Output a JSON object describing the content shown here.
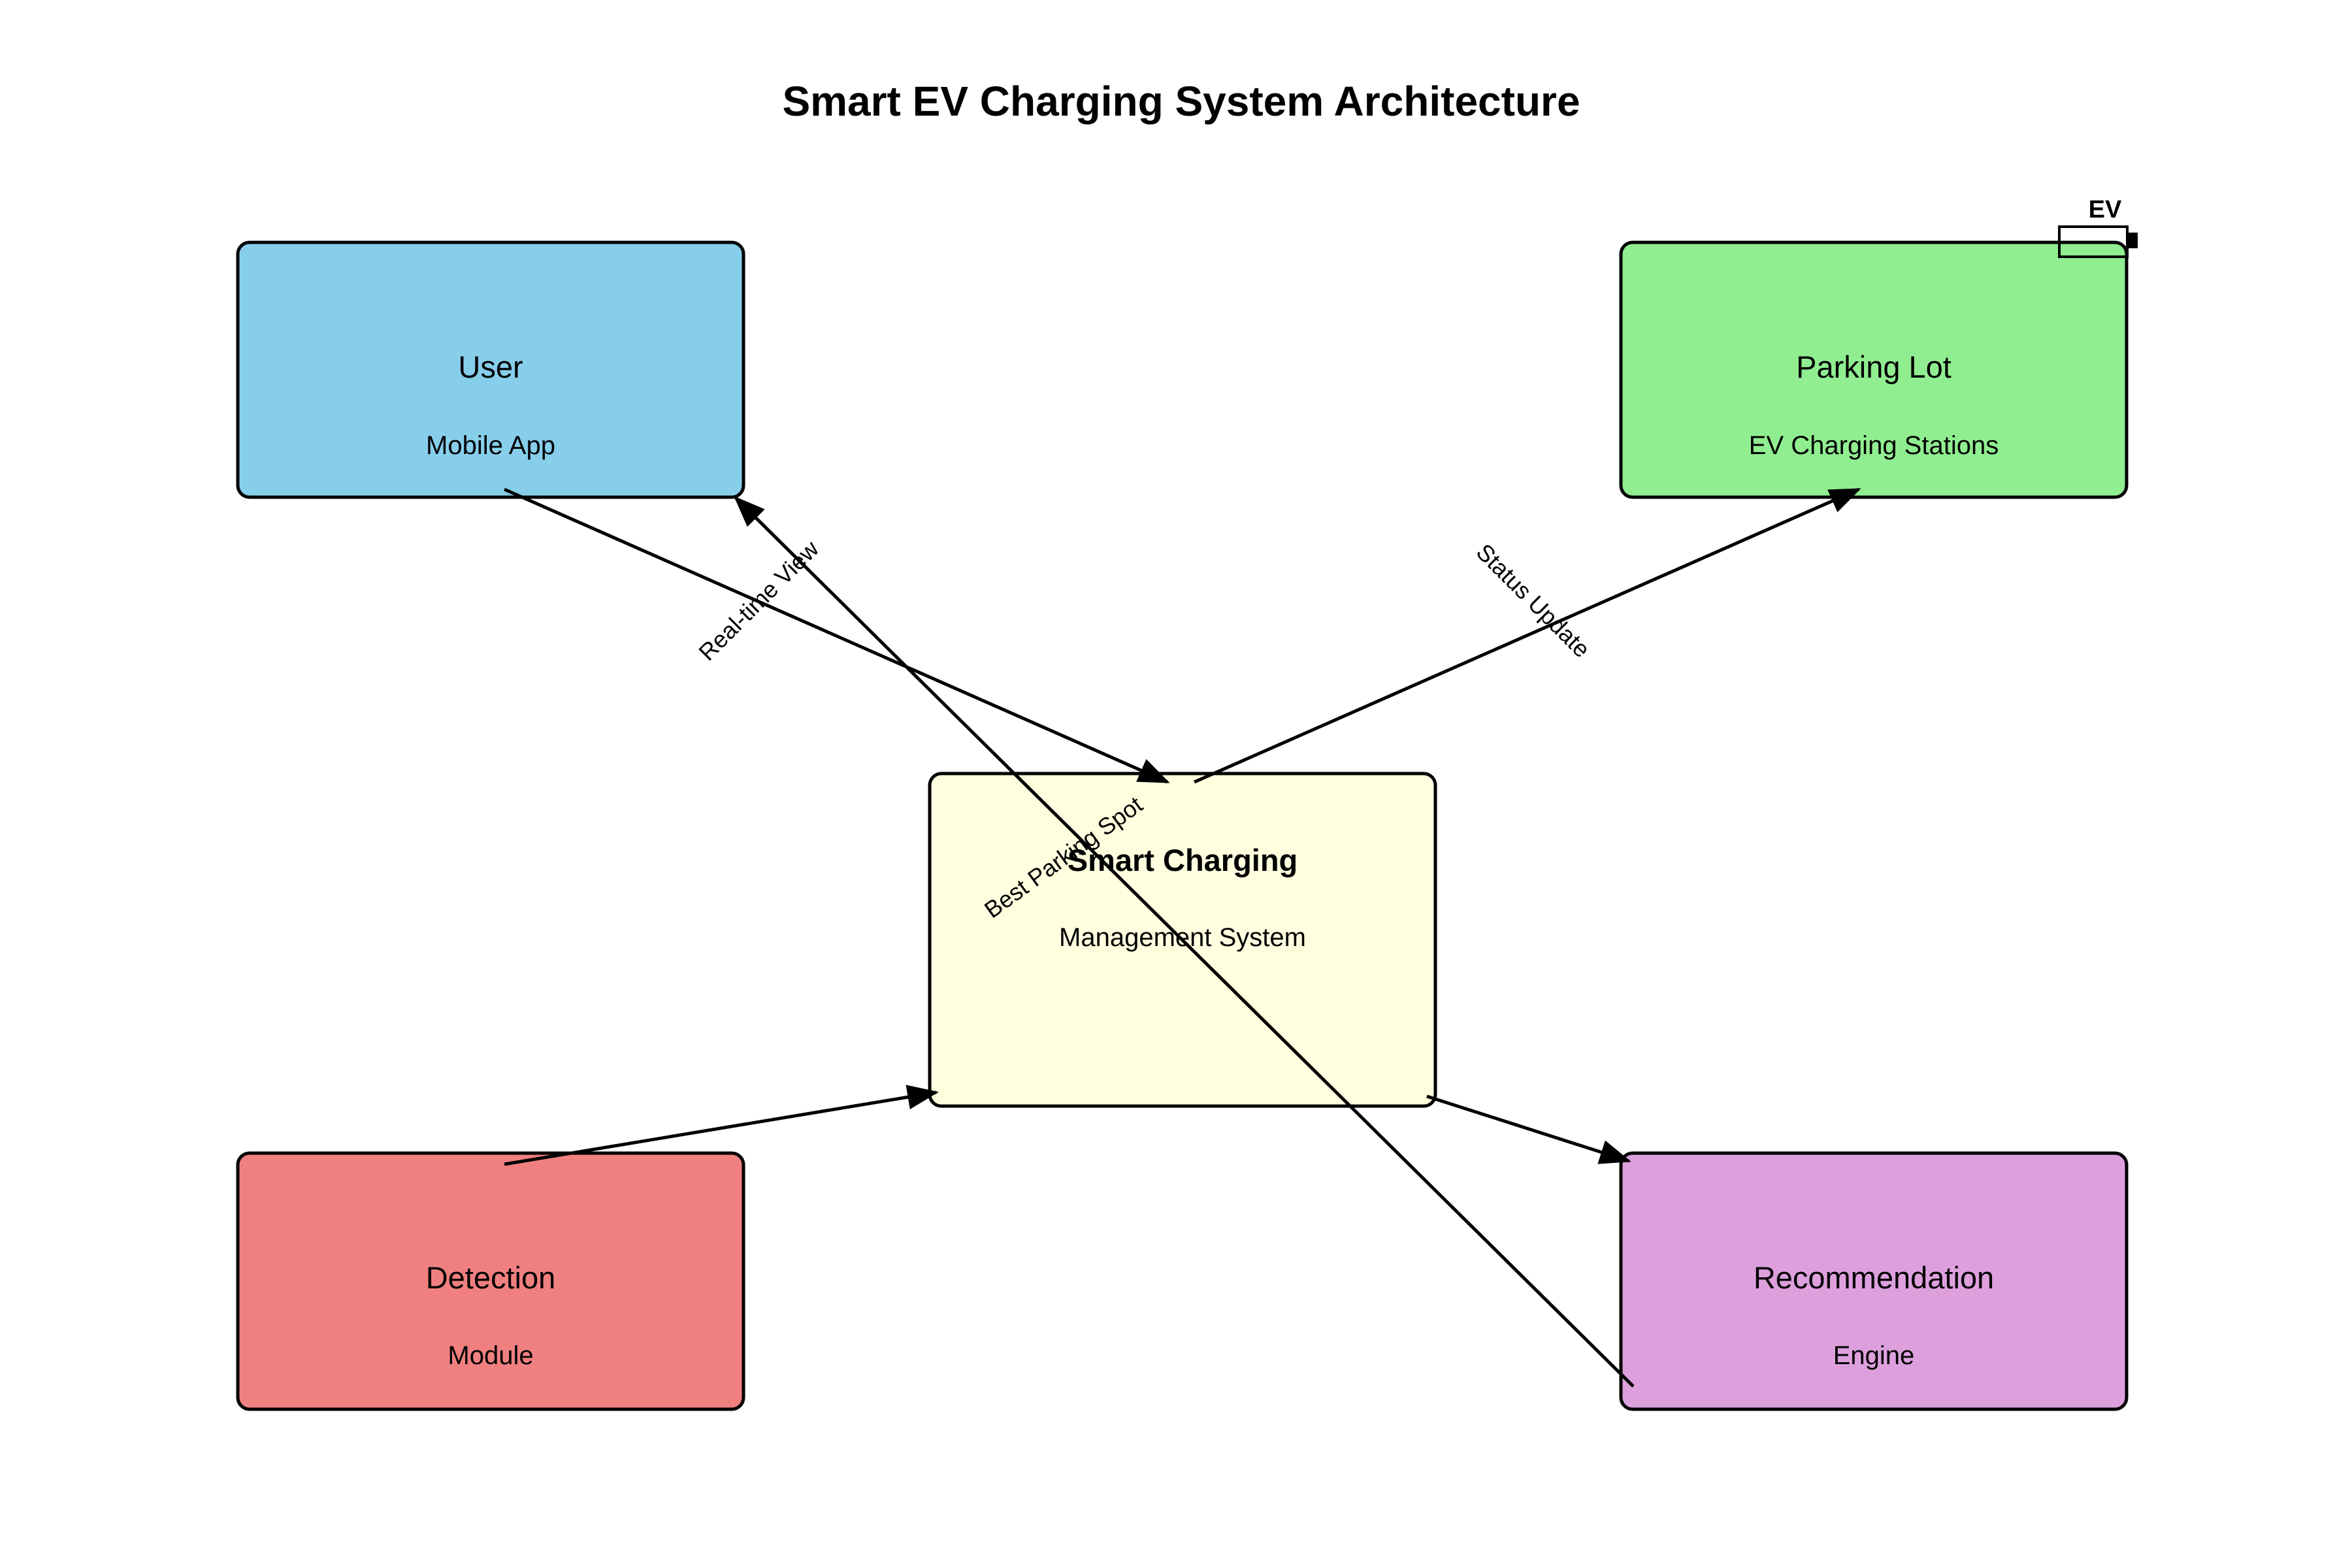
{
  "diagram": {
    "title": "Smart EV Charging System Architecture",
    "nodes": {
      "user": {
        "title": "User",
        "subtitle": "Mobile App",
        "color": "#87CEEB"
      },
      "parking": {
        "title": "Parking Lot",
        "subtitle": "EV Charging Stations",
        "color": "#90EE90"
      },
      "central": {
        "title": "Smart Charging",
        "subtitle": "Management System",
        "color": "#FFFFE0"
      },
      "detection": {
        "title": "Detection",
        "subtitle": "Module",
        "color": "#F08080"
      },
      "recommendation": {
        "title": "Recommendation",
        "subtitle": "Engine",
        "color": "#DDA0DD"
      }
    },
    "edge_labels": {
      "realtime": "Real-time View",
      "status": "Status Update",
      "best_spot": "Best Parking Spot"
    },
    "ev_icon": {
      "label": "EV"
    }
  }
}
